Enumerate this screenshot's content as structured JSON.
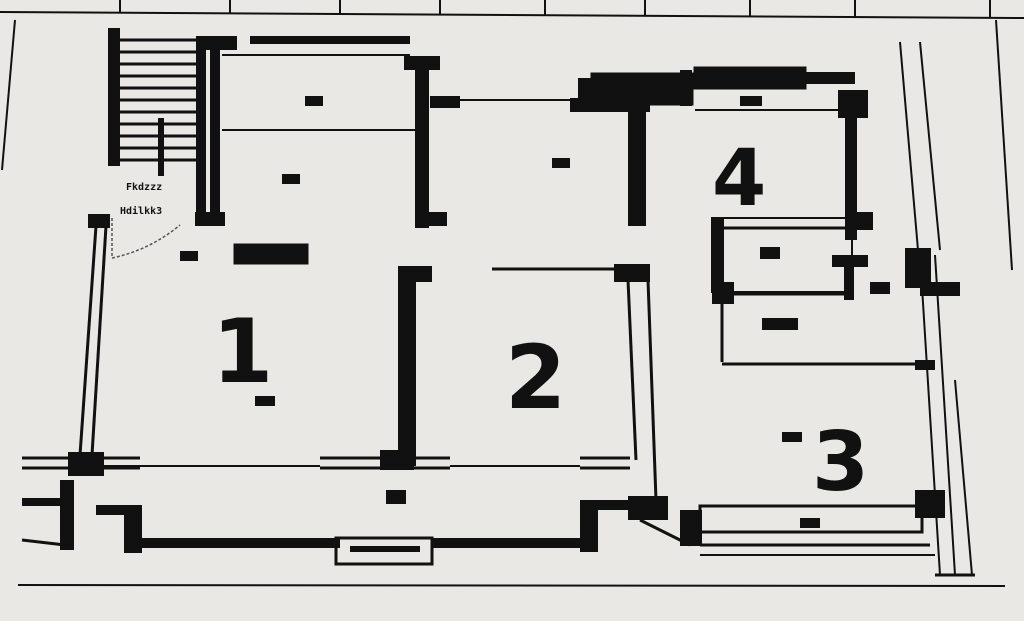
{
  "rooms": [
    {
      "id": "1",
      "label": "1"
    },
    {
      "id": "2",
      "label": "2"
    },
    {
      "id": "3",
      "label": "3"
    },
    {
      "id": "4",
      "label": "4"
    }
  ],
  "stair_labels": [
    "Fkdzzz",
    "Hdilkk3"
  ],
  "colors": {
    "paper": "#e9e8e4",
    "ink": "#111111"
  }
}
